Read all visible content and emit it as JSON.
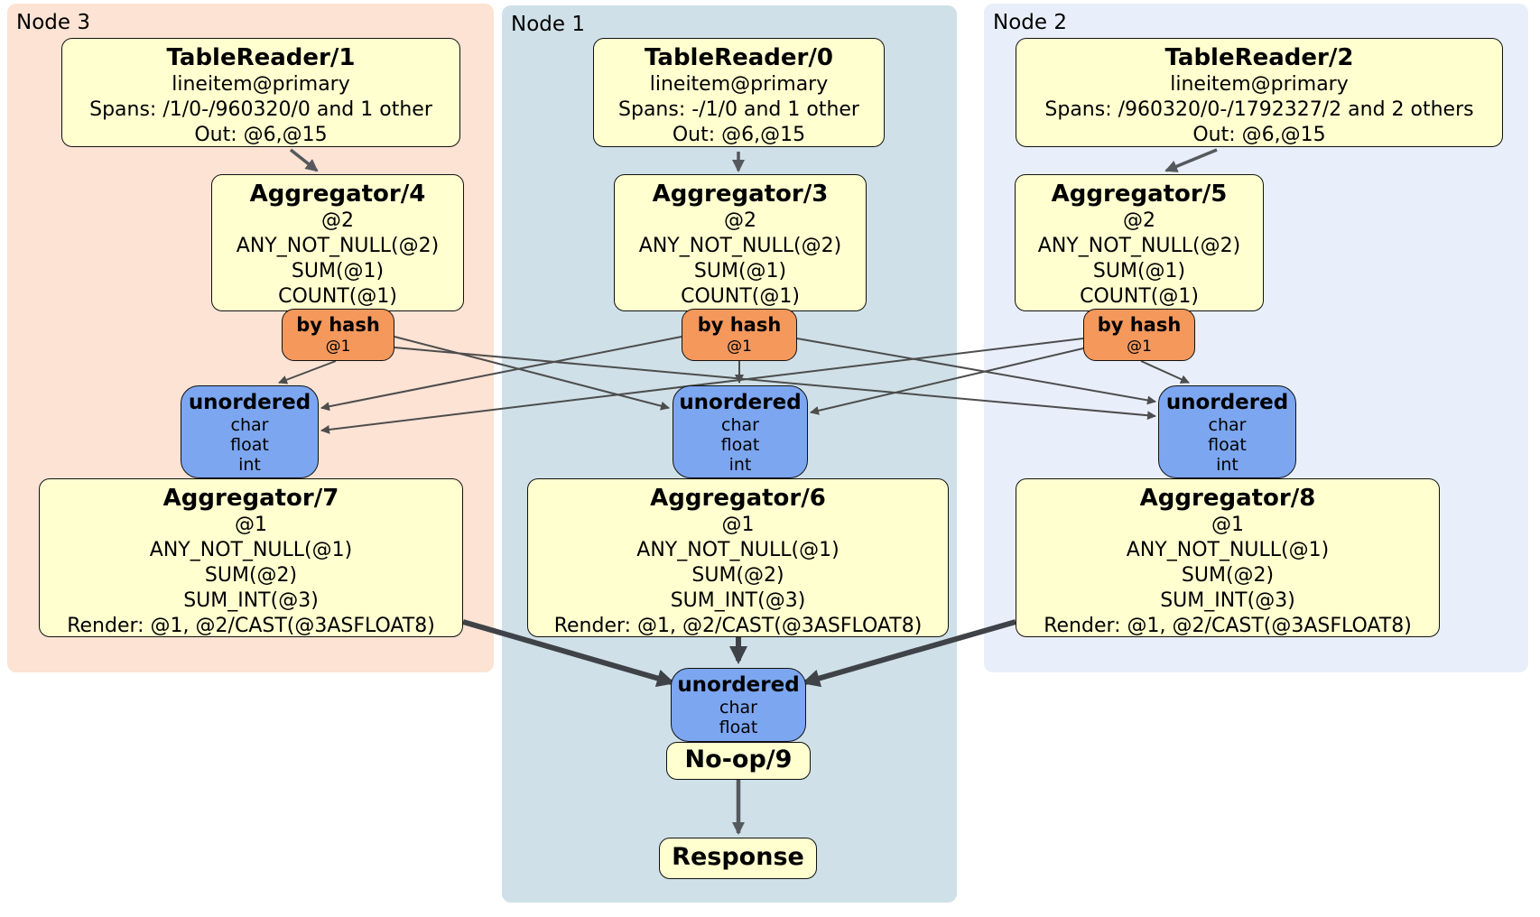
{
  "regions": {
    "node3": {
      "label": "Node 3"
    },
    "node1": {
      "label": "Node 1"
    },
    "node2": {
      "label": "Node 2"
    }
  },
  "boxes": {
    "tr1": {
      "title": "TableReader/1",
      "rows": [
        "lineitem@primary",
        "Spans: /1/0-/960320/0 and 1 other",
        "Out: @6,@15"
      ]
    },
    "tr0": {
      "title": "TableReader/0",
      "rows": [
        "lineitem@primary",
        "Spans: -/1/0 and 1 other",
        "Out: @6,@15"
      ]
    },
    "tr2": {
      "title": "TableReader/2",
      "rows": [
        "lineitem@primary",
        "Spans: /960320/0-/1792327/2 and 2 others",
        "Out: @6,@15"
      ]
    },
    "agg4": {
      "title": "Aggregator/4",
      "rows": [
        "@2",
        "ANY_NOT_NULL(@2)",
        "SUM(@1)",
        "COUNT(@1)"
      ]
    },
    "agg3": {
      "title": "Aggregator/3",
      "rows": [
        "@2",
        "ANY_NOT_NULL(@2)",
        "SUM(@1)",
        "COUNT(@1)"
      ]
    },
    "agg5": {
      "title": "Aggregator/5",
      "rows": [
        "@2",
        "ANY_NOT_NULL(@2)",
        "SUM(@1)",
        "COUNT(@1)"
      ]
    },
    "bh4": {
      "title": "by hash",
      "rows": [
        "@1"
      ]
    },
    "bh3": {
      "title": "by hash",
      "rows": [
        "@1"
      ]
    },
    "bh5": {
      "title": "by hash",
      "rows": [
        "@1"
      ]
    },
    "u7": {
      "title": "unordered",
      "rows": [
        "char",
        "float",
        "int"
      ]
    },
    "u6": {
      "title": "unordered",
      "rows": [
        "char",
        "float",
        "int"
      ]
    },
    "u8": {
      "title": "unordered",
      "rows": [
        "char",
        "float",
        "int"
      ]
    },
    "agg7": {
      "title": "Aggregator/7",
      "rows": [
        "@1",
        "ANY_NOT_NULL(@1)",
        "SUM(@2)",
        "SUM_INT(@3)",
        "Render: @1, @2/CAST(@3ASFLOAT8)"
      ]
    },
    "agg6": {
      "title": "Aggregator/6",
      "rows": [
        "@1",
        "ANY_NOT_NULL(@1)",
        "SUM(@2)",
        "SUM_INT(@3)",
        "Render: @1, @2/CAST(@3ASFLOAT8)"
      ]
    },
    "agg8": {
      "title": "Aggregator/8",
      "rows": [
        "@1",
        "ANY_NOT_NULL(@1)",
        "SUM(@2)",
        "SUM_INT(@3)",
        "Render: @1, @2/CAST(@3ASFLOAT8)"
      ]
    },
    "ufinal": {
      "title": "unordered",
      "rows": [
        "char",
        "float"
      ]
    },
    "noop": {
      "title": "No-op/9"
    },
    "response": {
      "title": "Response"
    }
  },
  "colors": {
    "node3_bg": "#fce3d4",
    "node1_bg": "#cfe0e8",
    "node2_bg": "#e9effa",
    "processor_fill": "#ffffd0",
    "router_fill": "#f4985c",
    "sync_fill": "#7ca6f0",
    "edge_thin": "#4d4d4d",
    "edge_med": "#55595d",
    "edge_thick": "#3f4348"
  }
}
